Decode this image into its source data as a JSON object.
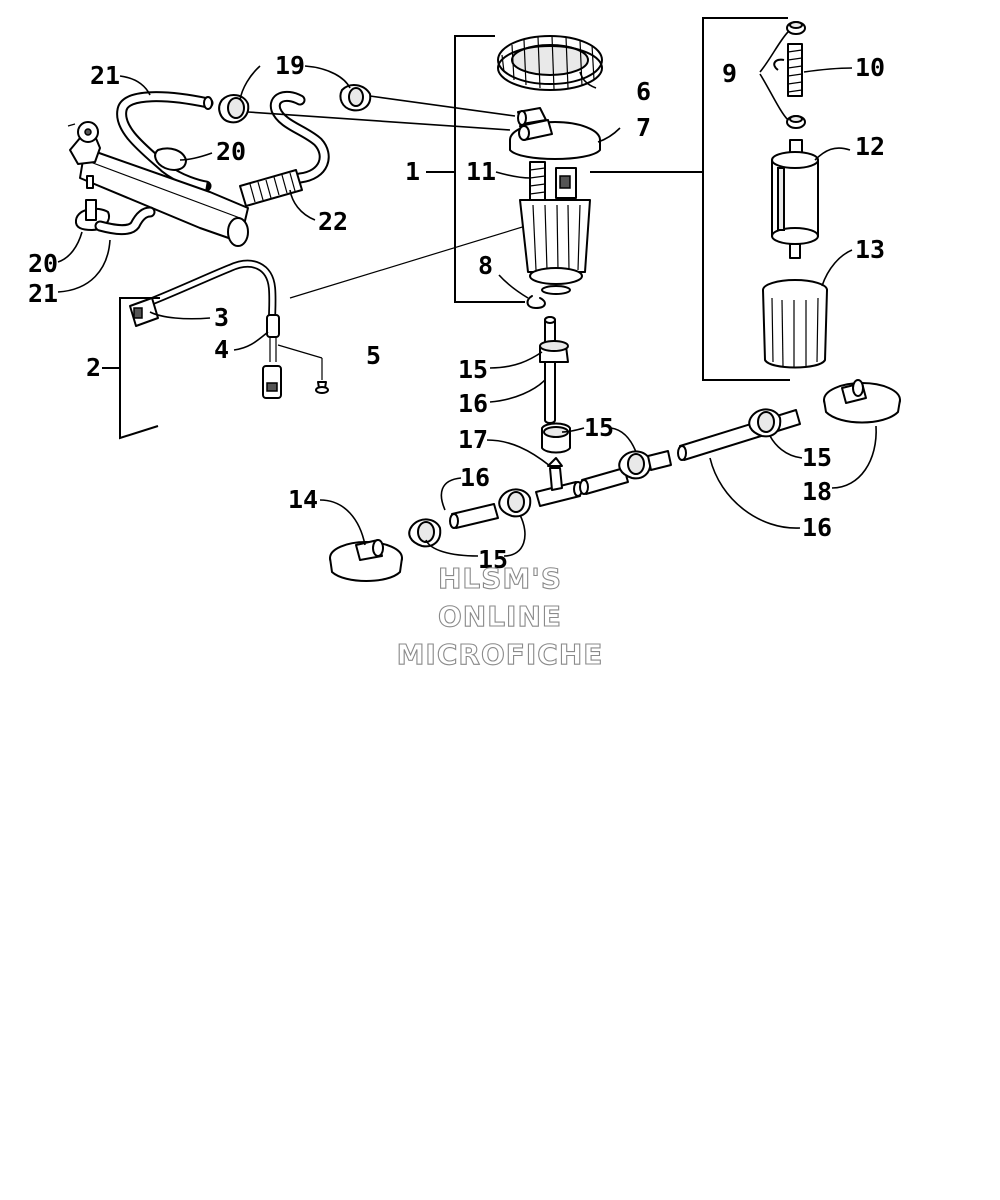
{
  "callouts": {
    "c1": "1",
    "c2": "2",
    "c3": "3",
    "c4": "4",
    "c5": "5",
    "c6": "6",
    "c7": "7",
    "c8": "8",
    "c9": "9",
    "c10": "10",
    "c11": "11",
    "c12": "12",
    "c13": "13",
    "c14": "14",
    "c15a": "15",
    "c15b": "15",
    "c15c": "15",
    "c15d": "15",
    "c16a": "16",
    "c16b": "16",
    "c16c": "16",
    "c17": "17",
    "c18": "18",
    "c19": "19",
    "c20a": "20",
    "c20b": "20",
    "c21a": "21",
    "c21b": "21",
    "c22": "22"
  },
  "watermark": {
    "line1": "HLSM'S",
    "line2": "ONLINE",
    "line3": "MICROFICHE",
    "color": "#8a8a8a"
  },
  "colors": {
    "line": "#000000",
    "background": "#ffffff",
    "shade": "#e9e9e9"
  }
}
